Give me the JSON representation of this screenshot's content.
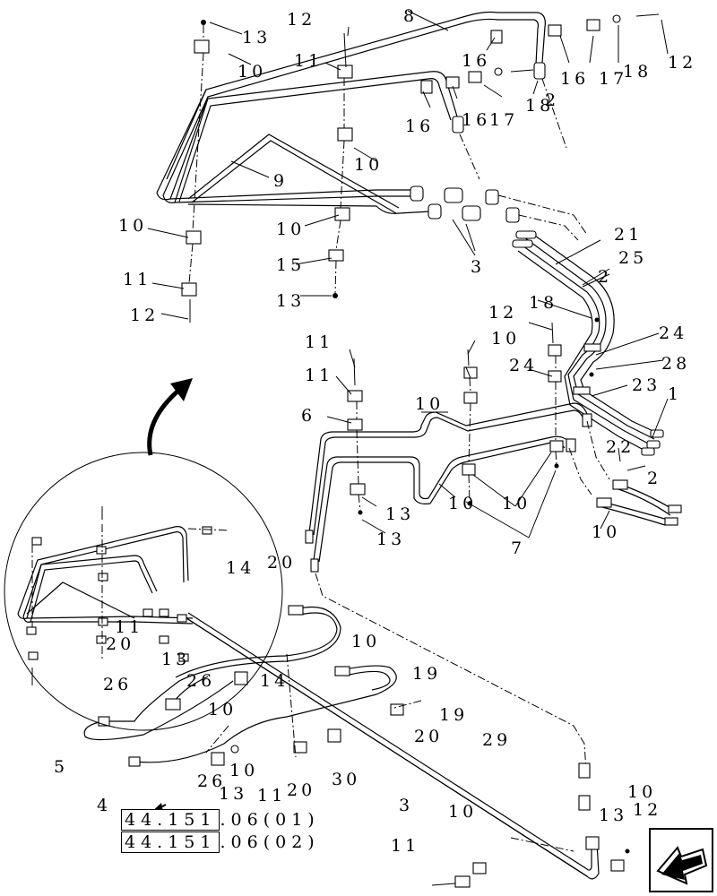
{
  "callouts": [
    {
      "id": "c13a",
      "text": "13"
    },
    {
      "id": "c12a",
      "text": "12"
    },
    {
      "id": "c8",
      "text": "8"
    },
    {
      "id": "c10a",
      "text": "10"
    },
    {
      "id": "c11a",
      "text": "11"
    },
    {
      "id": "c16a",
      "text": "16"
    },
    {
      "id": "c16b",
      "text": "16"
    },
    {
      "id": "c17a",
      "text": "17"
    },
    {
      "id": "c18a",
      "text": "18"
    },
    {
      "id": "c12b",
      "text": "12"
    },
    {
      "id": "c16c",
      "text": "16"
    },
    {
      "id": "c16d",
      "text": "16"
    },
    {
      "id": "c17b",
      "text": "17"
    },
    {
      "id": "c18b",
      "text": "18"
    },
    {
      "id": "c2a",
      "text": "2"
    },
    {
      "id": "c10b",
      "text": "10"
    },
    {
      "id": "c9",
      "text": "9"
    },
    {
      "id": "c10c",
      "text": "10"
    },
    {
      "id": "c10d",
      "text": "10"
    },
    {
      "id": "c21",
      "text": "21"
    },
    {
      "id": "c2b",
      "text": "2"
    },
    {
      "id": "c25",
      "text": "25"
    },
    {
      "id": "c3a",
      "text": "3"
    },
    {
      "id": "c15",
      "text": "15"
    },
    {
      "id": "c11b",
      "text": "11"
    },
    {
      "id": "c13b",
      "text": "13"
    },
    {
      "id": "c18c",
      "text": "18"
    },
    {
      "id": "c12c",
      "text": "12"
    },
    {
      "id": "c12d",
      "text": "12"
    },
    {
      "id": "c24a",
      "text": "24"
    },
    {
      "id": "c11c",
      "text": "11"
    },
    {
      "id": "c10e",
      "text": "10"
    },
    {
      "id": "c28",
      "text": "28"
    },
    {
      "id": "c11d",
      "text": "11"
    },
    {
      "id": "c24b",
      "text": "24"
    },
    {
      "id": "c23",
      "text": "23"
    },
    {
      "id": "c1",
      "text": "1"
    },
    {
      "id": "c10f",
      "text": "10"
    },
    {
      "id": "c6",
      "text": "6"
    },
    {
      "id": "c22",
      "text": "22"
    },
    {
      "id": "c2c",
      "text": "2"
    },
    {
      "id": "c10g",
      "text": "10"
    },
    {
      "id": "c10h",
      "text": "10"
    },
    {
      "id": "c13c",
      "text": "13"
    },
    {
      "id": "c13d",
      "text": "13"
    },
    {
      "id": "c7",
      "text": "7"
    },
    {
      "id": "c10i",
      "text": "10"
    },
    {
      "id": "c14a",
      "text": "14"
    },
    {
      "id": "c20a",
      "text": "20"
    },
    {
      "id": "c10j",
      "text": "10"
    },
    {
      "id": "c11e",
      "text": "11"
    },
    {
      "id": "c20b",
      "text": "20"
    },
    {
      "id": "c19a",
      "text": "19"
    },
    {
      "id": "c13e",
      "text": "13"
    },
    {
      "id": "c26a",
      "text": "26"
    },
    {
      "id": "c26b",
      "text": "26"
    },
    {
      "id": "c14b",
      "text": "14"
    },
    {
      "id": "c19b",
      "text": "19"
    },
    {
      "id": "c10k",
      "text": "10"
    },
    {
      "id": "c20c",
      "text": "20"
    },
    {
      "id": "c5",
      "text": "5"
    },
    {
      "id": "c29",
      "text": "29"
    },
    {
      "id": "c10l",
      "text": "10"
    },
    {
      "id": "c30",
      "text": "30"
    },
    {
      "id": "c26c",
      "text": "26"
    },
    {
      "id": "c13f",
      "text": "13"
    },
    {
      "id": "c11f",
      "text": "11"
    },
    {
      "id": "c20d",
      "text": "20"
    },
    {
      "id": "c4",
      "text": "4"
    },
    {
      "id": "c3b",
      "text": "3"
    },
    {
      "id": "c10m",
      "text": "10"
    },
    {
      "id": "c10n",
      "text": "10"
    },
    {
      "id": "c13g",
      "text": "13"
    },
    {
      "id": "c12e",
      "text": "12"
    },
    {
      "id": "c11g",
      "text": "11"
    }
  ],
  "references": [
    {
      "main": "44.151",
      "suffix": ".06(01)"
    },
    {
      "main": "44.151",
      "suffix": ".06(02)"
    }
  ],
  "nav": {
    "icon": "arrow-left-icon"
  }
}
